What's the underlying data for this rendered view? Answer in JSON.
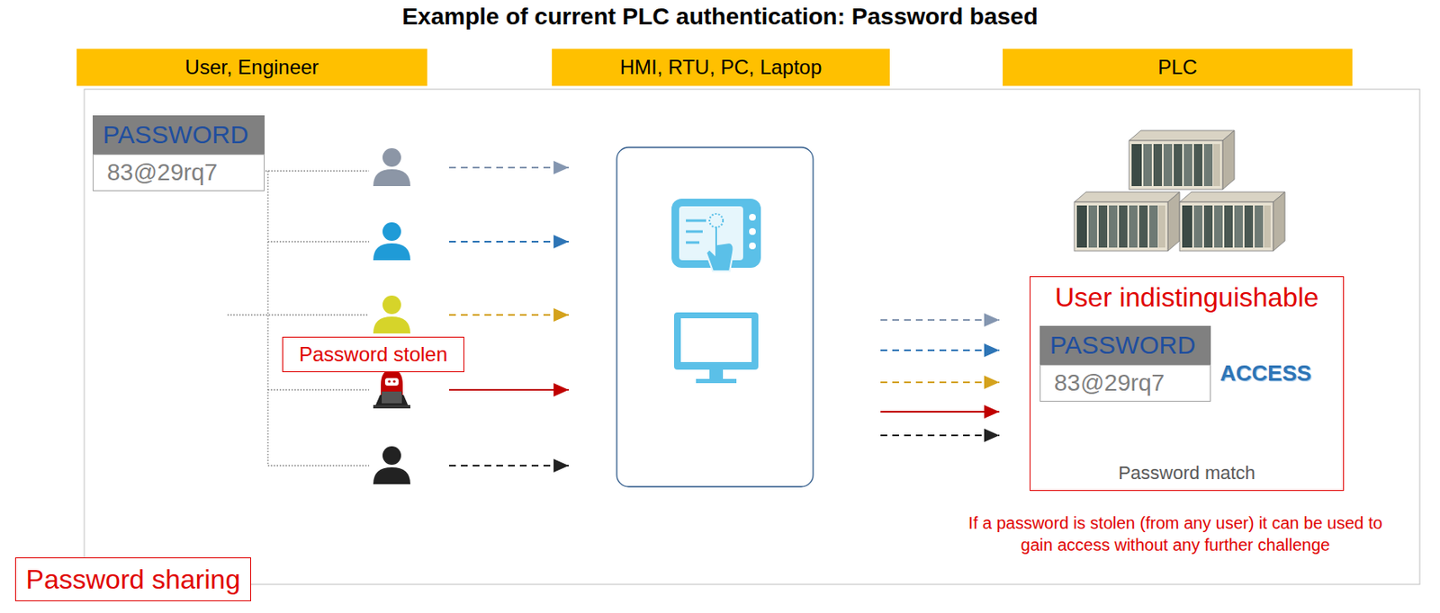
{
  "diagram": {
    "title": "Example of current PLC authentication: Password based",
    "nodes": [
      {
        "text": [
          "User, Engineer"
        ]
      },
      {
        "text": [
          "HMI, RTU, PC, Laptop"
        ]
      },
      {
        "text": [
          "PLC"
        ]
      },
      {
        "text": [
          "PASSWORD",
          "83@29rq7"
        ]
      },
      {
        "text": [
          "Password stolen"
        ]
      },
      {
        "text": [
          "User indistinguishable",
          "ACCESS",
          "Password match"
        ]
      },
      {
        "text": [
          "PASSWORD",
          "83@29rq7"
        ],
        "in": 5
      },
      {
        "text": [
          "Password sharing"
        ]
      }
    ],
    "labels": [
      "If a password is stolen (from any user) it can be used to gain access without any further challenge"
    ]
  }
}
